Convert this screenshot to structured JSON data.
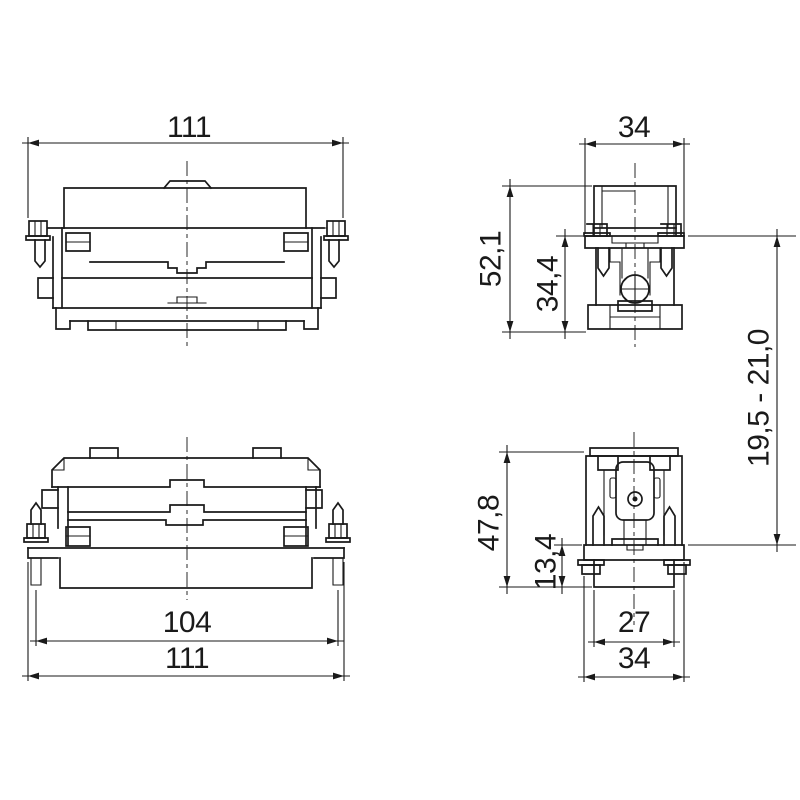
{
  "page": {
    "background": "#ffffff",
    "line_color": "#1a1a1a"
  },
  "views": {
    "front_top": {
      "overall_width": "111"
    },
    "side_top": {
      "overall_width": "34",
      "overall_height": "52,1",
      "below_flange_height": "34,4"
    },
    "front_bottom": {
      "inner_width": "104",
      "overall_width": "111"
    },
    "side_bottom": {
      "overall_height": "47,8",
      "below_flange_height": "13,4",
      "inner_width": "27",
      "overall_width": "34"
    },
    "panel_thickness_range": "19,5 - 21,0"
  }
}
